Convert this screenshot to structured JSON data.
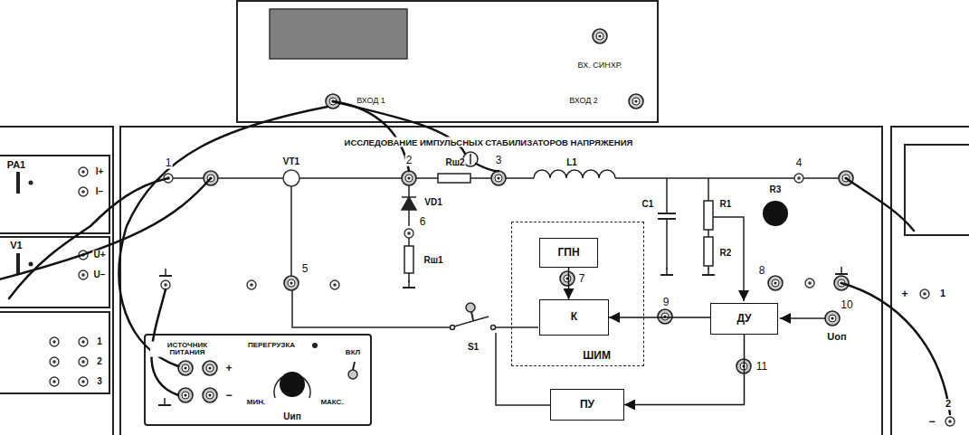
{
  "diagram": {
    "title": "ИССЛЕДОВАНИЕ ИМПУЛЬСНЫХ СТАБИЛИЗАТОРОВ НАПРЯЖЕНИЯ",
    "nodes": [
      {
        "text": [
          "ШИМ"
        ]
      },
      {
        "text": [
          "ГПН"
        ],
        "in": 0
      },
      {
        "text": [
          "К"
        ],
        "in": 0
      },
      {
        "text": [
          "ДУ"
        ]
      },
      {
        "text": [
          "ПУ"
        ]
      }
    ],
    "edges": [
      {
        "from": 1,
        "to": 2,
        "arrow": "to"
      },
      {
        "from": 3,
        "to": 2,
        "arrow": "to"
      },
      {
        "from": 3,
        "to": 4,
        "arrow": "to"
      }
    ],
    "labels": [
      "ВХ. СИНХР.",
      "ВХОД 1",
      "ВХОД 2",
      "РА1",
      "I+",
      "I−",
      "V1",
      "U+",
      "U−",
      "1",
      "2",
      "3",
      "1",
      "VT1",
      "2",
      "Rш2",
      "3",
      "L1",
      "4",
      "VD1",
      "6",
      "Rш1",
      "5",
      "C1",
      "R1",
      "R2",
      "R3",
      "7",
      "8",
      "9",
      "10",
      "Uоп",
      "11",
      "S1",
      "ИСТОЧНИК ПИТАНИЯ",
      "ПЕРЕГРУЗКА",
      "ВКЛ",
      "+",
      "−",
      "МИН.",
      "МАКС.",
      "Uип",
      "1",
      "+",
      "2",
      "−"
    ]
  }
}
